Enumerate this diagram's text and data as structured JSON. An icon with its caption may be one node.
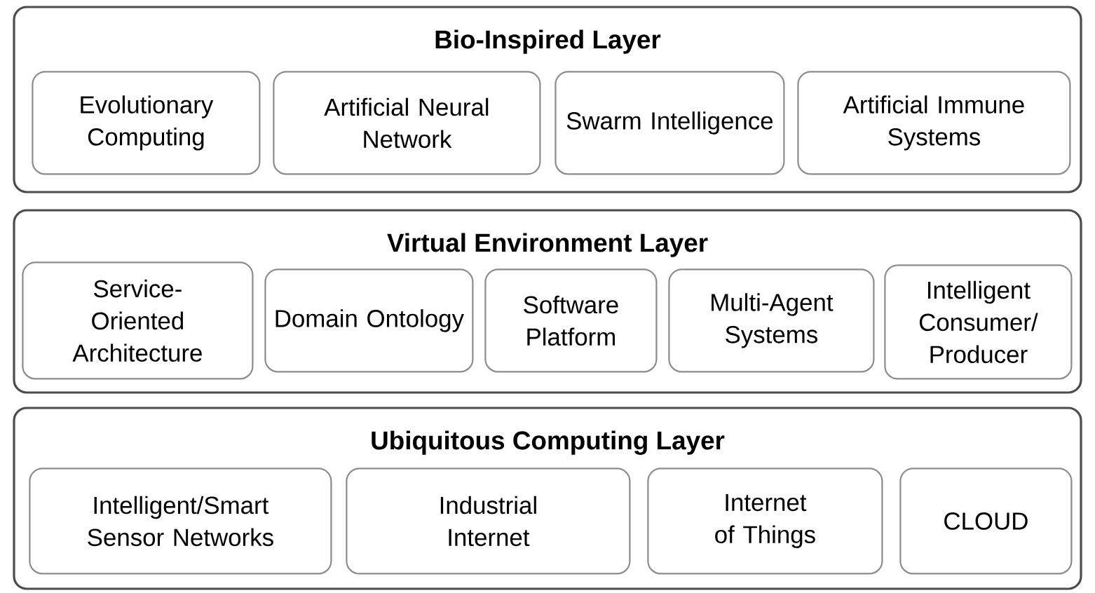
{
  "diagram": {
    "nodes": [
      {
        "text": [
          "Bio-Inspired Layer"
        ]
      },
      {
        "text": [
          "Evolutionary Computing"
        ],
        "in": 0
      },
      {
        "text": [
          "Artificial Neural Network"
        ],
        "in": 0
      },
      {
        "text": [
          "Swarm Intelligence"
        ],
        "in": 0
      },
      {
        "text": [
          "Artificial Immune Systems"
        ],
        "in": 0
      },
      {
        "text": [
          "Virtual Environment Layer"
        ]
      },
      {
        "text": [
          "Service-Oriented Architecture"
        ],
        "in": 5
      },
      {
        "text": [
          "Domain Ontology"
        ],
        "in": 5
      },
      {
        "text": [
          "Software Platform"
        ],
        "in": 5
      },
      {
        "text": [
          "Multi-Agent Systems"
        ],
        "in": 5
      },
      {
        "text": [
          "Intelligent Consumer/ Producer"
        ],
        "in": 5
      },
      {
        "text": [
          "Ubiquitous Computing Layer"
        ]
      },
      {
        "text": [
          "Intelligent/Smart Sensor Networks"
        ],
        "in": 11
      },
      {
        "text": [
          "Industrial Internet"
        ],
        "in": 11
      },
      {
        "text": [
          "Internet of Things"
        ],
        "in": 11
      },
      {
        "text": [
          "CLOUD"
        ],
        "in": 11
      }
    ]
  }
}
